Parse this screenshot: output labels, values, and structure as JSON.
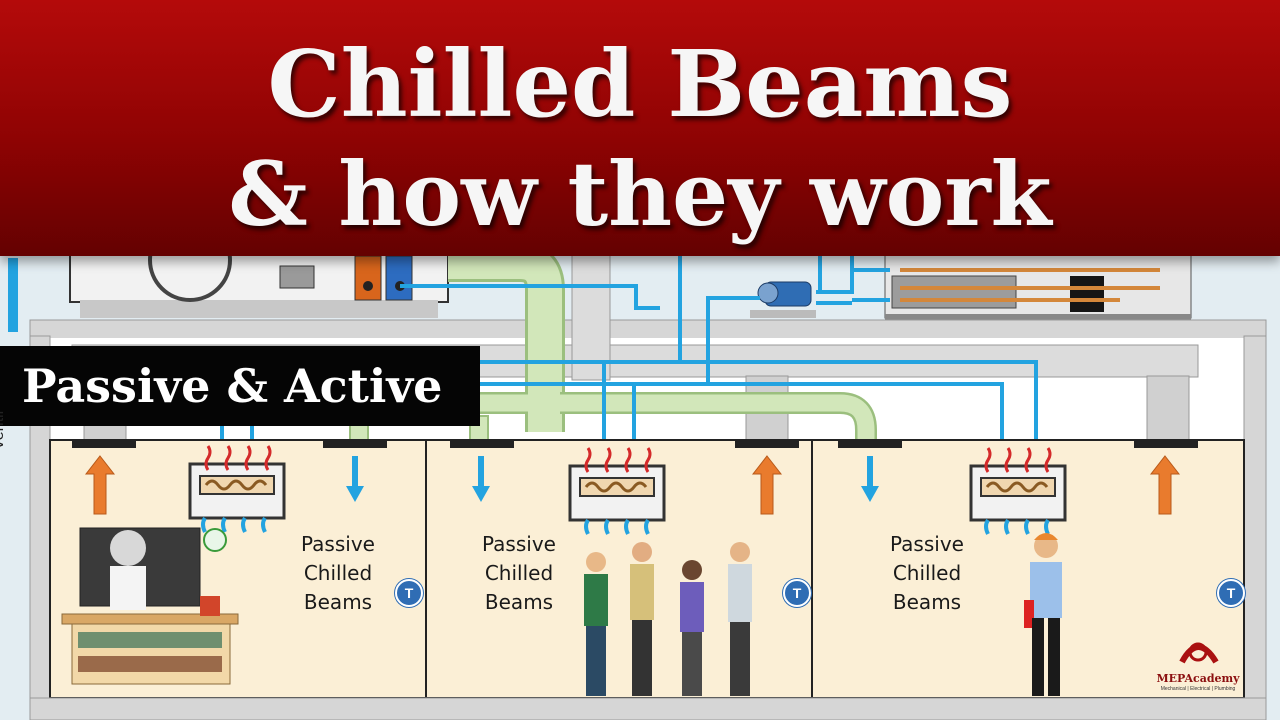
{
  "title": {
    "line1": "Chilled Beams",
    "line2": "& how they work"
  },
  "tag": "Passive & Active",
  "side_label": "Ventil",
  "rooms": [
    {
      "label_line1": "Passive",
      "label_line2": "Chilled",
      "label_line3": "Beams",
      "thermostat": "T"
    },
    {
      "label_line1": "Passive",
      "label_line2": "Chilled",
      "label_line3": "Beams",
      "thermostat": "T"
    },
    {
      "label_line1": "Passive",
      "label_line2": "Chilled",
      "label_line3": "Beams",
      "thermostat": "T"
    }
  ],
  "logo": {
    "name": "MEPAcademy",
    "tagline": "Mechanical | Electrical | Plumbing"
  },
  "colors": {
    "banner": "#a00606",
    "room_fill": "#fbefd6",
    "chilled_water_pipe": "#23a3e0",
    "warm_air": "#e97b2d",
    "heat_rising": "#d42a2a",
    "duct": "#cfe3b3",
    "thermostat": "#2f6db4"
  }
}
